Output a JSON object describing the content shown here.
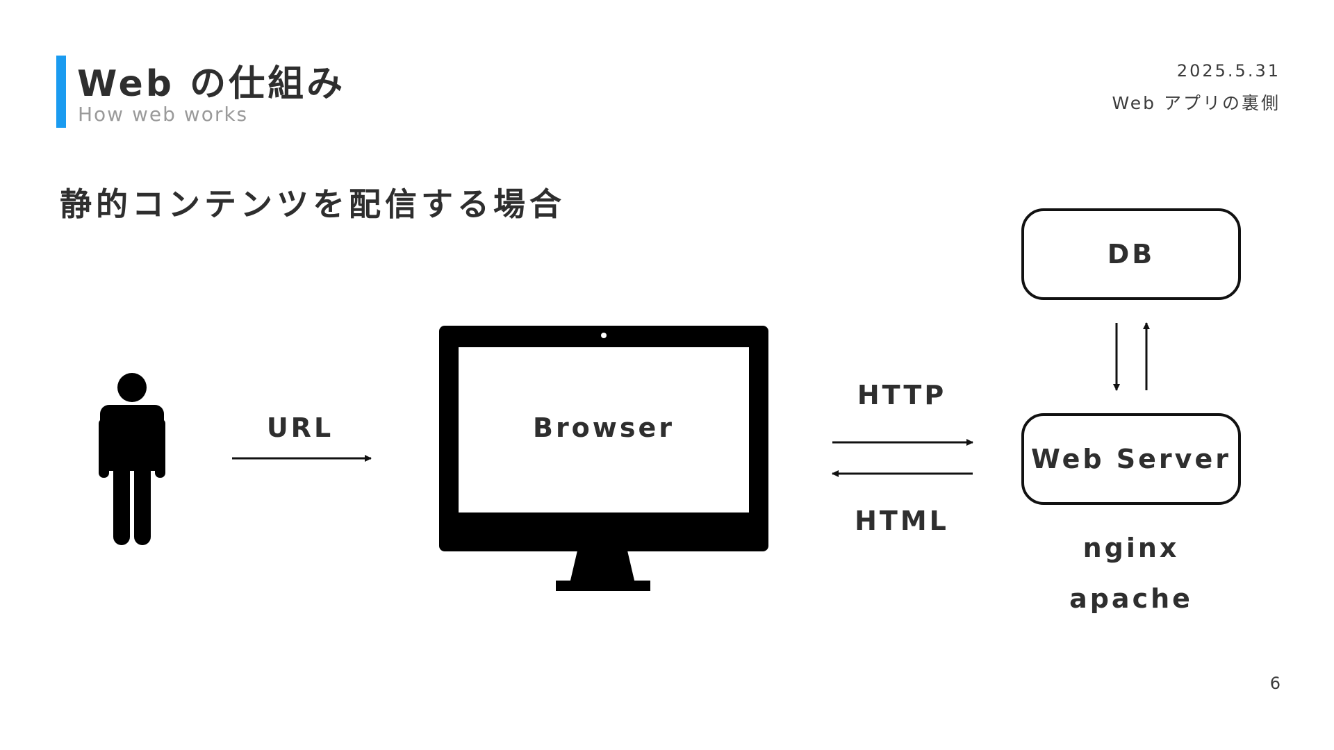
{
  "header": {
    "title": "Web の仕組み",
    "subtitle": "How web works",
    "date": "2025.5.31",
    "deck_title": "Web アプリの裏側",
    "accent_color": "#1a9bf0"
  },
  "heading": "静的コンテンツを配信する場合",
  "diagram": {
    "user_icon": "person-icon",
    "monitor_icon": "monitor-icon",
    "url_label": "URL",
    "browser_label": "Browser",
    "request_label": "HTTP",
    "response_label": "HTML",
    "db_label": "DB",
    "server_label": "Web Server",
    "server_examples": [
      "nginx",
      "apache"
    ]
  },
  "page_number": "6"
}
